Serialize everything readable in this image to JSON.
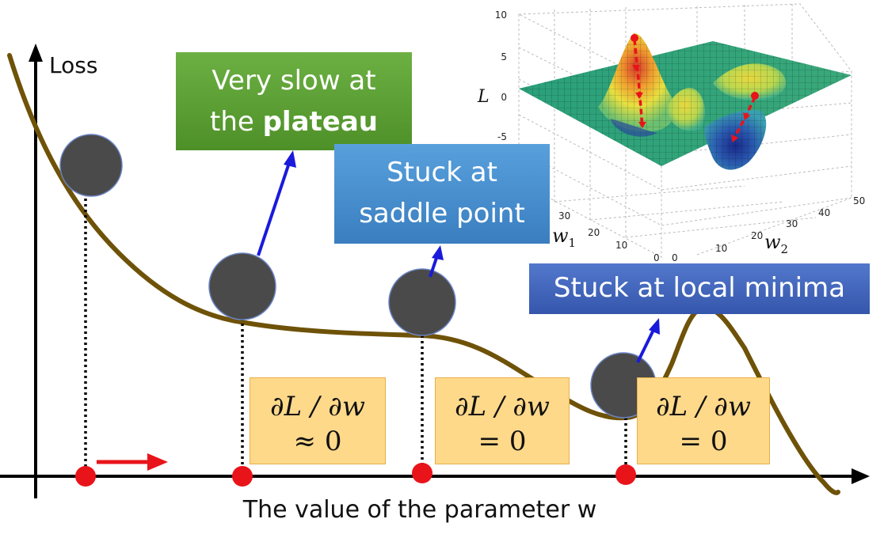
{
  "axes": {
    "y_label": "Loss",
    "x_label": "The value of the parameter w"
  },
  "callouts": {
    "plateau": {
      "line1": "Very slow at",
      "line2_prefix": "the ",
      "line2_bold": "plateau",
      "color": "#5a9e32"
    },
    "saddle": {
      "line1": "Stuck at",
      "line2": "saddle point",
      "color": "#3f88c8"
    },
    "local_min": {
      "text": "Stuck at local minima",
      "color": "#3a5fb8"
    }
  },
  "derivatives": [
    {
      "line1": "∂L / ∂w",
      "line2": "≈ 0"
    },
    {
      "line1": "∂L / ∂w",
      "line2": "= 0"
    },
    {
      "line1": "∂L / ∂w",
      "line2": "= 0"
    }
  ],
  "surface_plot": {
    "z_label": "L",
    "w1_label": "w",
    "w1_sub": "1",
    "w2_label": "w",
    "w2_sub": "2",
    "z_ticks": [
      "10",
      "5",
      "0",
      "-5"
    ],
    "w1_ticks": [
      "30",
      "20",
      "10",
      "0"
    ],
    "w2_ticks": [
      "0",
      "10",
      "20",
      "30",
      "40",
      "50"
    ]
  },
  "colors": {
    "curve": "#6e5208",
    "ball": "#4a4a4a",
    "marker": "#e8141a",
    "arrow_blue": "#1a1adc",
    "arrow_red": "#e8141a"
  }
}
